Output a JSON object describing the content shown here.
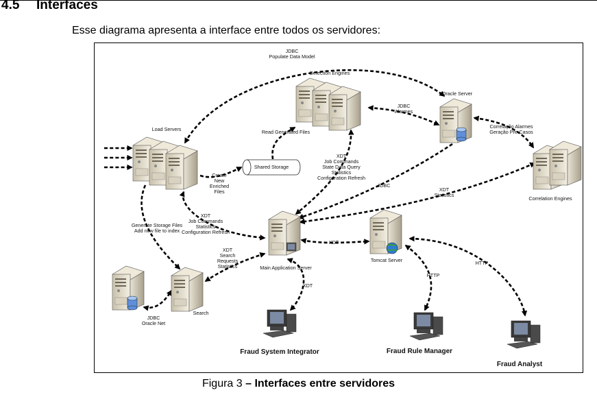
{
  "heading": {
    "number": "4.5",
    "title": "Interfaces"
  },
  "intro": "Esse diagrama apresenta a interface entre todos os servidores:",
  "diagram": {
    "nodes": {
      "load_servers": "Load Servers",
      "detection_engines": "Detection Engines",
      "oracle_server": "Oracle Server",
      "correlation_engines": "Correlation Engines",
      "shared_storage": "Shared Storage",
      "main_app_server": "Main Application Server",
      "tomcat_server": "Tomcat Server",
      "search": "Search",
      "fraud_system_integrator": "Fraud System Integrator",
      "fraud_rule_manager": "Fraud Rule Manager",
      "fraud_analyst": "Fraud Analyst"
    },
    "edges": {
      "jdbc_populate": [
        "JDBC",
        "Populate Data Model"
      ],
      "read_generated": [
        "Read Generated Files"
      ],
      "jdbc_alarmes": [
        "JDBC",
        "Alarmes"
      ],
      "correlacao": [
        "Correlação Alarmes",
        "Geração Pre-Casos"
      ],
      "create_files": [
        "Create",
        "New",
        "Enriched",
        "Files"
      ],
      "xdt_detection": [
        "XDT",
        "Job Commands",
        "State Data Query",
        "Statistics",
        "Configuration Refresh"
      ],
      "jdbc_main": [
        "JDBC"
      ],
      "xdt_statistics": [
        "XDT",
        "Statistics"
      ],
      "xdt_load": [
        "XDT",
        "Job Commands",
        "Statistics",
        "Configuration Refresh"
      ],
      "generate_storage": [
        "Generate Storage Files",
        "Add new file to index"
      ],
      "xdt_search": [
        "XDT",
        "Search",
        "Requests",
        "Statistics"
      ],
      "xdt_tomcat": [
        "XDT"
      ],
      "xdt_integrator": [
        "XDT"
      ],
      "http_rule": [
        "HTTP"
      ],
      "http_analyst": [
        "HTTP"
      ],
      "jdbc_oracle_net": [
        "JDBC",
        "Oracle Net"
      ]
    }
  },
  "caption": {
    "prefix": "Figura 3",
    "title": " – Interfaces entre servidores"
  }
}
